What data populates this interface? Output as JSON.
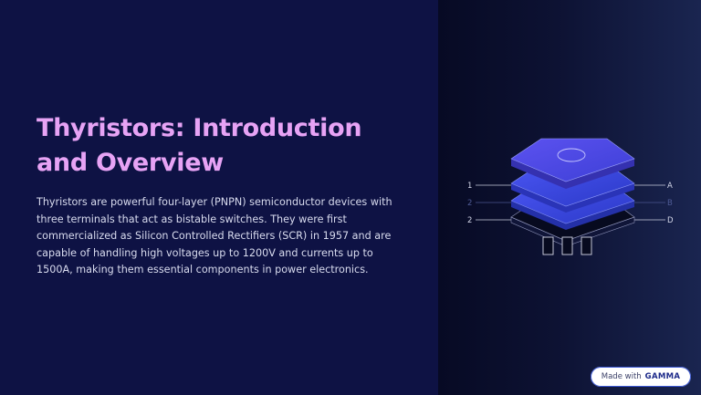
{
  "slide": {
    "title": "Thyristors: Introduction and Overview",
    "body": "Thyristors are powerful four-layer (PNPN) semiconductor devices with three terminals that act as bistable switches. They were first commercialized as Silicon Controlled Rectifiers (SCR) in 1957 and are capable of handling high voltages up to 1200V and currents up to 1500A, making them essential components in power electronics."
  },
  "illustration": {
    "left_labels": [
      "1",
      "2",
      "2"
    ],
    "right_labels": [
      "A",
      "B",
      "D"
    ]
  },
  "badge": {
    "prefix": "Made with",
    "brand": "GAMMA"
  },
  "colors": {
    "title": "#e7a3f5",
    "background": "#0e1244",
    "layer": "#4a4fe6"
  }
}
